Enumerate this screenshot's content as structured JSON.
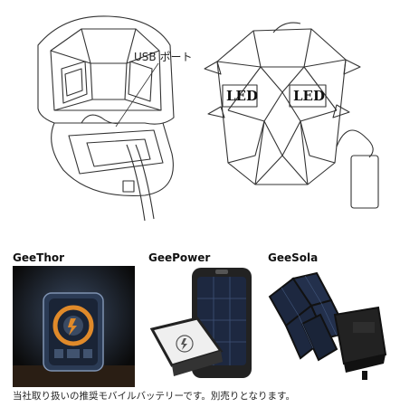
{
  "diagram": {
    "usb_port_label": "USB ポート",
    "led_left": "LED",
    "led_right": "LED"
  },
  "products": [
    {
      "name": "GeeThor"
    },
    {
      "name": "GeePower"
    },
    {
      "name": "GeeSola"
    }
  ],
  "caption": "当社取り扱いの推奨モバイルバッテリーです。別売りとなります。",
  "colors": {
    "line": "#333333",
    "panel": "#1d2840",
    "accent_orange": "#e08a2a",
    "photo_bg": "#101010"
  }
}
